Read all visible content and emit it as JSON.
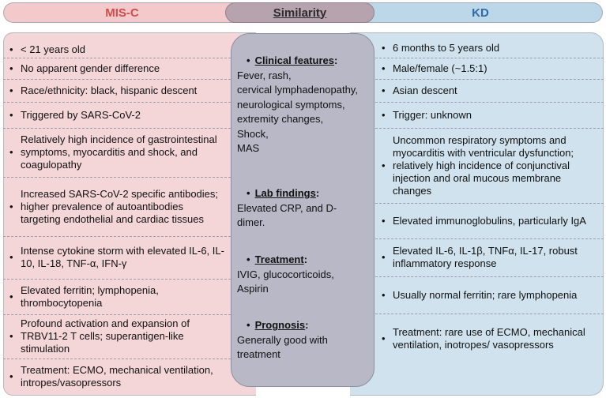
{
  "headers": {
    "misc": "MIS-C",
    "similarity": "Similarity",
    "kd": "KD"
  },
  "bullet": "•",
  "misc_rows": [
    "< 21 years old",
    "No apparent gender difference",
    "Race/ethnicity: black, hispanic descent",
    "Triggered by SARS-CoV-2",
    "Relatively high incidence of gastrointestinal symptoms, myocarditis and shock, and coagulopathy",
    "Increased SARS-CoV-2 specific antibodies; higher prevalence of autoantibodies targeting endothelial and cardiac tissues",
    "Intense cytokine storm with elevated IL-6, IL-10, IL-18, TNF-α, IFN-γ",
    "Elevated ferritin; lymphopenia, thrombocytopenia",
    "Profound activation and expansion of TRBV11-2 T cells; superantigen-like stimulation",
    "Treatment: ECMO, mechanical ventilation, intropes/vasopressors"
  ],
  "kd_rows": [
    "6 months to 5 years old",
    "Male/female (~1.5:1)",
    "Asian descent",
    "Trigger: unknown",
    "Uncommon respiratory symptoms and myocarditis with ventricular dysfunction; relatively high incidence of conjunctival injection and oral mucous membrane changes",
    "Elevated immunoglobulins, particularly IgA",
    "Elevated IL-6, IL-1β, TNFα, IL-17, robust inflammatory response",
    "Usually normal ferritin; rare lymphopenia",
    "Treatment: rare use of ECMO, mechanical ventilation, inotropes/ vasopressors"
  ],
  "similarity_sections": [
    {
      "title": "Clinical features",
      "colon": ":",
      "body": "Fever, rash,\ncervical lymphadenopathy,\nneurological symptoms,\nextremity changes,\nShock,\nMAS"
    },
    {
      "title": "Lab findings",
      "colon": ":",
      "body": "Elevated CRP, and D-\ndimer."
    },
    {
      "title": "Treatment",
      "colon": ":",
      "body": "IVIG, glucocorticoids,\nAspirin"
    },
    {
      "title": "Prognosis",
      "colon": ":",
      "body": "Generally good with\ntreatment"
    }
  ]
}
